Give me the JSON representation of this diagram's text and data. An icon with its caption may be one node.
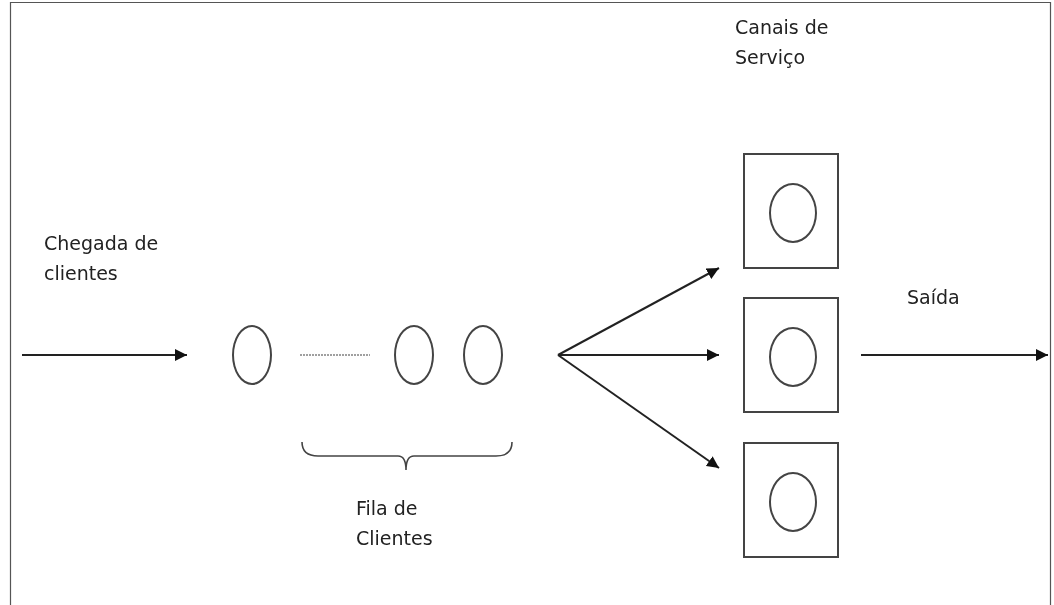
{
  "diagram": {
    "nodes": [
      {
        "text": [],
        "shape": "circle"
      },
      {
        "text": [],
        "shape": "circle"
      },
      {
        "text": [],
        "shape": "circle"
      },
      {
        "text": [],
        "shape": "box"
      },
      {
        "text": [],
        "shape": "circle",
        "in": 3
      },
      {
        "text": [],
        "shape": "box"
      },
      {
        "text": [],
        "shape": "circle",
        "in": 5
      },
      {
        "text": [],
        "shape": "box"
      },
      {
        "text": [],
        "shape": "circle",
        "in": 7
      }
    ],
    "edges": [
      {
        "from": null,
        "to": 0,
        "arrow": "to"
      },
      {
        "from": 0,
        "to": 1,
        "arrow": "none",
        "style": "dashed",
        "color": "#a0a0a0"
      },
      {
        "from": null,
        "to": 3,
        "arrow": "to"
      },
      {
        "from": null,
        "to": 5,
        "arrow": "to"
      },
      {
        "from": null,
        "to": 7,
        "arrow": "to"
      },
      {
        "from": 5,
        "to": null,
        "arrow": "to"
      }
    ],
    "labels": [
      "Canais de Serviço",
      "Chegada de clientes",
      "Saída",
      "Fila de Clientes"
    ]
  }
}
